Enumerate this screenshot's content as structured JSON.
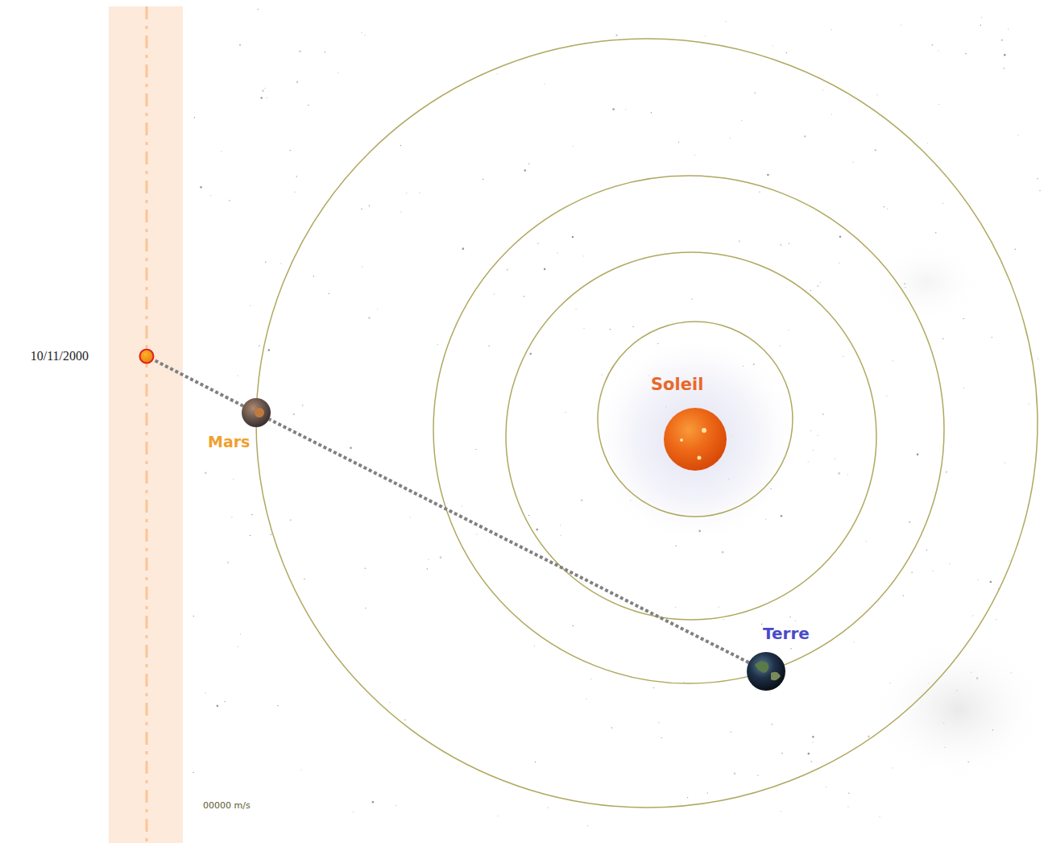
{
  "diagram": {
    "nodes": [
      {
        "text": [
          "Soleil"
        ]
      },
      {
        "text": [
          "Mars"
        ]
      },
      {
        "text": [
          "Terre"
        ]
      },
      {
        "text": [
          "10/11/2000"
        ]
      }
    ],
    "edges": [
      {
        "from": 2,
        "to": 1,
        "arrow": "none"
      },
      {
        "from": 1,
        "to": 3,
        "arrow": "none"
      }
    ],
    "labels": [
      "00000 m/s"
    ]
  }
}
